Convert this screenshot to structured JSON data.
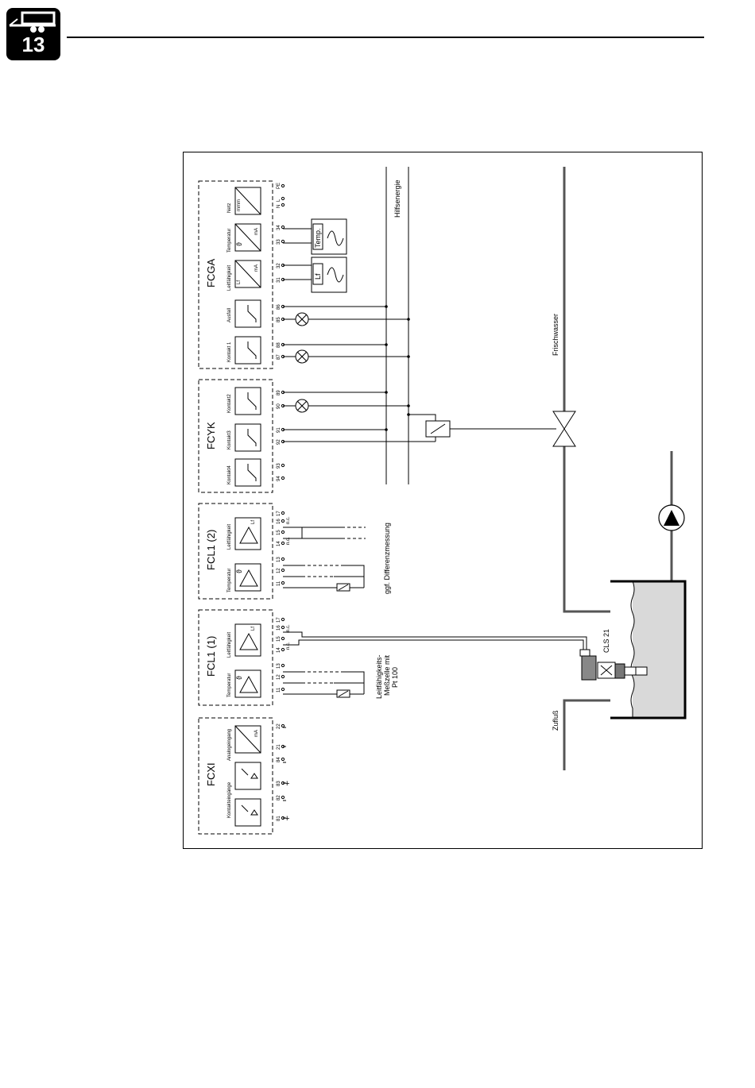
{
  "header": {
    "section_number": "13",
    "icon": "trailer-icon"
  },
  "diagram": {
    "modules": {
      "fcga": "FCGA",
      "fcyk": "FCYK",
      "fcl1_2": "FCL1 (2)",
      "fcl1_1": "FCL1 (1)",
      "fcxi": "FCXI"
    },
    "units": {
      "netz": "Netz",
      "temperatur": "Temperatur",
      "leitfaehigkeit": "Leitfähigkeit",
      "ausfall": "Ausfall",
      "kontakt1": "Kontakt 1",
      "kontakt2": "Kontakt2",
      "kontakt3": "Kontakt3",
      "kontakt4": "Kontakt4",
      "analogeingang": "Analogeingang",
      "kontakteingaenge": "Kontakteingänge"
    },
    "terminals": {
      "fcga": [
        "L",
        "N",
        "PE",
        "34",
        "33",
        "32",
        "31",
        "86",
        "85",
        "88",
        "87"
      ],
      "fcyk": [
        "89",
        "90",
        "91",
        "92",
        "93",
        "94"
      ],
      "fcl1_2": [
        "17",
        "16",
        "15",
        "14",
        "13",
        "12",
        "11"
      ],
      "fcl1_1": [
        "17",
        "16",
        "15",
        "14",
        "13",
        "12",
        "11"
      ],
      "fcxi": [
        "22",
        "21",
        "84",
        "83",
        "82",
        "81"
      ],
      "nc": "n.c."
    },
    "transmitters": {
      "temp": "Temp.",
      "lf": "Lf"
    },
    "labels": {
      "hilfsenergie": "Hilfsenergie",
      "frischwasser": "Frischwasser",
      "differenz": "ggf. Differenzmessung",
      "zelle_line1": "Leitfähigkeits-",
      "zelle_line2": "Meßzelle mit",
      "zelle_line3": "Pt 100",
      "cls21": "CLS 21",
      "zufluss": "Zufluß",
      "ma": "mA",
      "lf_sym": "Lf",
      "theta": "ϑ",
      "plus": "+",
      "minus": "−",
      "mains": "mmm"
    }
  }
}
